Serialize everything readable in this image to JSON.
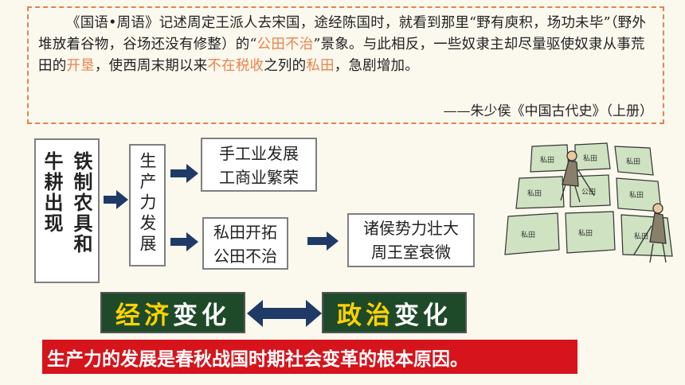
{
  "quote": {
    "part1": "《国语•周语》记述周定王派人去宋国，途经陈国时，就看到那里“野有庾积，场功未毕”（野外堆放着谷物，谷场还没有修整）的“",
    "hl1": "公田不治",
    "part2": "”景象。与此相反，一些奴隶主却尽量驱使奴隶从事荒田的",
    "hl2": "开垦",
    "part3": "，使西周末期以来",
    "hl3": "不在税收",
    "part4": "之列的",
    "hl4": "私田",
    "part5": "，急剧增加。",
    "source": "——朱少侯《中国古代史》（上册）"
  },
  "diagram": {
    "origin": "铁制农具和牛耕出现",
    "origin_col1": "铁制农具和",
    "origin_col2": "牛耕出现",
    "productivity": "生产力发展",
    "branch_top_line1": "手工业发展",
    "branch_top_line2": "工商业繁荣",
    "branch_mid_line1": "私田开拓",
    "branch_mid_line2": "公田不治",
    "result_line1": "诸侯势力壮大",
    "result_line2": "周王室衰微"
  },
  "illustration": {
    "plots": [
      "私田",
      "私田",
      "私田",
      "私田",
      "公田",
      "私田",
      "私田",
      "私田",
      "私田"
    ]
  },
  "changes": {
    "econ_a": "经济",
    "econ_b": "变化",
    "pol_a": "政治",
    "pol_b": "变化"
  },
  "conclusion": "生产力的发展是春秋战国时期社会变革的根本原因。",
  "colors": {
    "accent": "#e8834a",
    "arrow": "#1f3a66",
    "green": "#1f4a2a",
    "red": "#d6141c",
    "yellow": "#ffd200"
  }
}
